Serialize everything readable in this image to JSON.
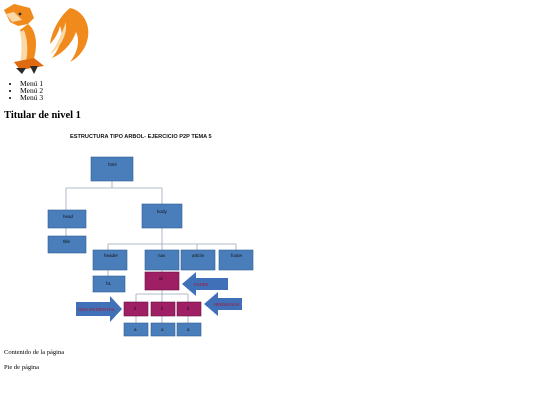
{
  "logo": {
    "icon": "fox-logo-icon",
    "colors": {
      "orange": "#f08a1c",
      "dark": "#2a2a2a",
      "light": "#fbd8a8"
    }
  },
  "nav": {
    "items": [
      {
        "label": "Menú 1"
      },
      {
        "label": "Menú 2"
      },
      {
        "label": "Menú 3"
      }
    ]
  },
  "heading": "Titular de nivel 1",
  "diagram": {
    "title": "ESTRUCTURA TIPO ARBOL- EJERCICIO P2P TEMA 5",
    "nodes": {
      "html": "html",
      "head": "head",
      "title": "title",
      "body": "body",
      "header": "header",
      "nav": "nav",
      "article": "article",
      "footer": "footer",
      "h1": "h1",
      "ul": "ul",
      "li1": "li",
      "li2": "li",
      "li3": "li",
      "a1": "a",
      "a2": "a",
      "a3": "a"
    },
    "annotations": {
      "padre": "PADRE",
      "hermanos": "HERMANOS",
      "descendientes": "DESCENDIENTES"
    },
    "colors": {
      "node": "#4a7ebb",
      "highlight": "#9e1f63",
      "arrow": "#3f70b8",
      "line": "#9aa9b8"
    }
  },
  "content": "Contenido de la página",
  "footer": "Pie de página"
}
